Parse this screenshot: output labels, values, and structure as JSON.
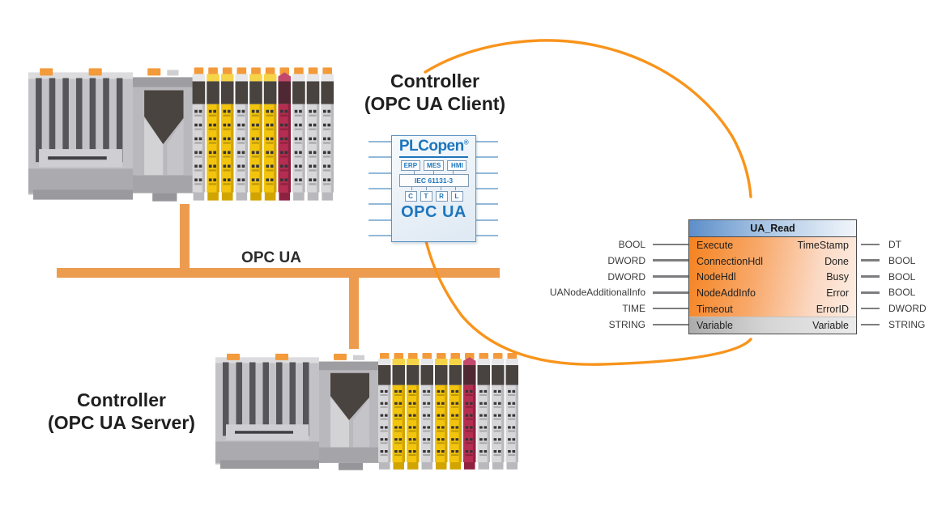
{
  "labels": {
    "controller_client": {
      "line1": "Controller",
      "line2": "(OPC UA Client)"
    },
    "controller_server": {
      "line1": "Controller",
      "line2": "(OPC UA Server)"
    },
    "bus": "OPC UA"
  },
  "plcopen_logo": {
    "brand": "PLCopen",
    "registered_mark": "®",
    "layer_boxes": [
      "ERP",
      "MES",
      "HMI"
    ],
    "standard_box": "IEC 61131-3",
    "letter_boxes": [
      "C",
      "T",
      "R",
      "L"
    ],
    "protocol": "OPC UA"
  },
  "function_block": {
    "title": "UA_Read",
    "rows": [
      {
        "in_type": "BOOL",
        "in": "Execute",
        "out": "TimeStamp",
        "out_type": "DT"
      },
      {
        "in_type": "DWORD",
        "in": "ConnectionHdl",
        "out": "Done",
        "out_type": "BOOL"
      },
      {
        "in_type": "DWORD",
        "in": "NodeHdl",
        "out": "Busy",
        "out_type": "BOOL"
      },
      {
        "in_type": "UANodeAdditionalInfo",
        "in": "NodeAddInfo",
        "out": "Error",
        "out_type": "BOOL"
      },
      {
        "in_type": "TIME",
        "in": "Timeout",
        "out": "ErrorID",
        "out_type": "DWORD"
      },
      {
        "in_type": "STRING",
        "in": "Variable",
        "out": "Variable",
        "out_type": "STRING"
      }
    ]
  },
  "colors": {
    "bus_orange": "#ED9C4F",
    "ellipse_orange": "#F8941C",
    "clip_orange": "#F39A3A",
    "module_yellow": "#F2C40E",
    "module_red": "#B52D50",
    "plcopen_blue": "#1D76BD",
    "pin_blue": "#93B9D9",
    "fb_header_blue": "#5D8EC9",
    "fb_body_orange": "#F5821F",
    "fb_border": "#4A4A4A",
    "text_black": "#1F1F1F"
  },
  "plc_image": {
    "modules": [
      "gray",
      "yellow",
      "yellow",
      "gray",
      "yellow",
      "yellow",
      "red",
      "gray",
      "gray",
      "gray"
    ]
  }
}
